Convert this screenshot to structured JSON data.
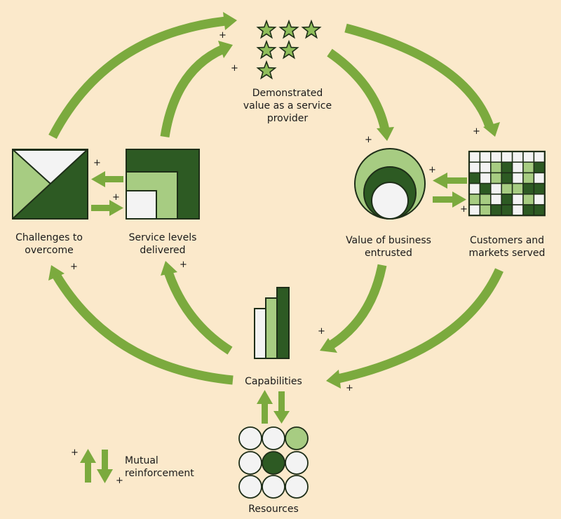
{
  "colors": {
    "background": "#FBE9CB",
    "arrow": "#7BAA3E",
    "arrow_dark": "#3E7A2A",
    "light_green": "#A7CC82",
    "dark_green": "#2D5A23",
    "fill_white": "#F3F3F3",
    "outline": "#1E2E18"
  },
  "nodes": {
    "demonstrated_value": {
      "label": "Demonstrated\nvalue as a service\nprovider",
      "icon": "stars-icon"
    },
    "challenges": {
      "label": "Challenges to\novercome",
      "icon": "triangles-square-icon"
    },
    "service_levels": {
      "label": "Service levels\ndelivered",
      "icon": "nested-squares-icon"
    },
    "value_business": {
      "label": "Value of business\nentrusted",
      "icon": "nested-circles-icon"
    },
    "customers": {
      "label": "Customers and\nmarkets served",
      "icon": "grid-icon"
    },
    "capabilities": {
      "label": "Capabilities",
      "icon": "bar-chart-icon"
    },
    "resources": {
      "label": "Resources",
      "icon": "circle-grid-icon"
    }
  },
  "signs": {
    "plus": "+"
  },
  "legend": {
    "label": "Mutual\nreinforcement"
  }
}
